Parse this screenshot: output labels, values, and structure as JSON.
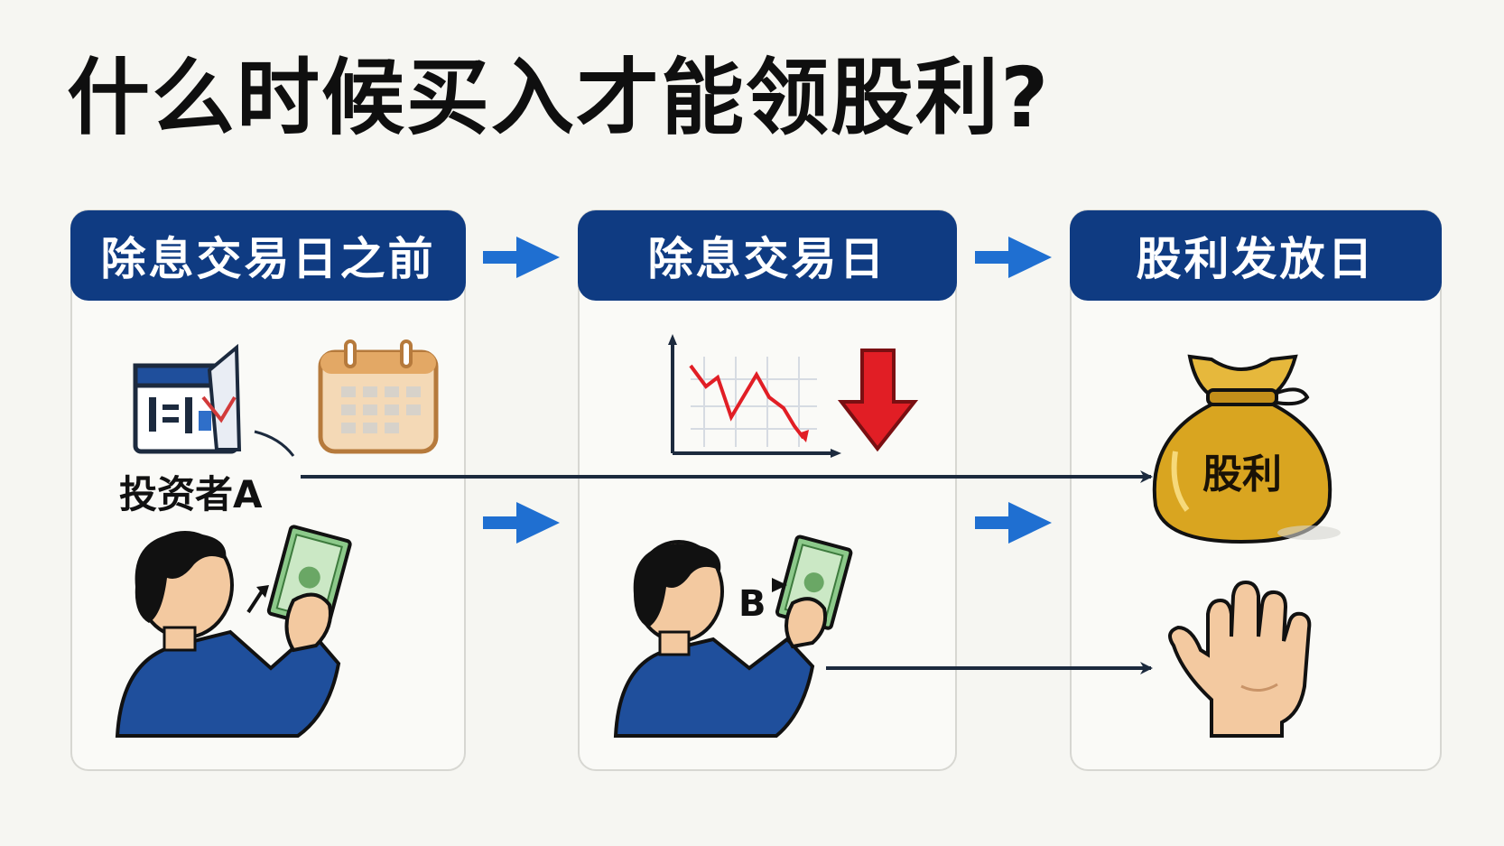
{
  "title": "什么时候买入才能领股利?",
  "stages": [
    {
      "label": "除息交易日之前"
    },
    {
      "label": "除息交易日"
    },
    {
      "label": "股利发放日"
    }
  ],
  "investor_a": "投资者A",
  "investor_b": "B",
  "dividend_bag_label": "股利",
  "colors": {
    "header_blue": "#0f3b82",
    "arrow_blue": "#1f6fd1",
    "drop_red": "#e11e25",
    "line_dark": "#1c2a3e",
    "bag_gold": "#d9a520"
  }
}
